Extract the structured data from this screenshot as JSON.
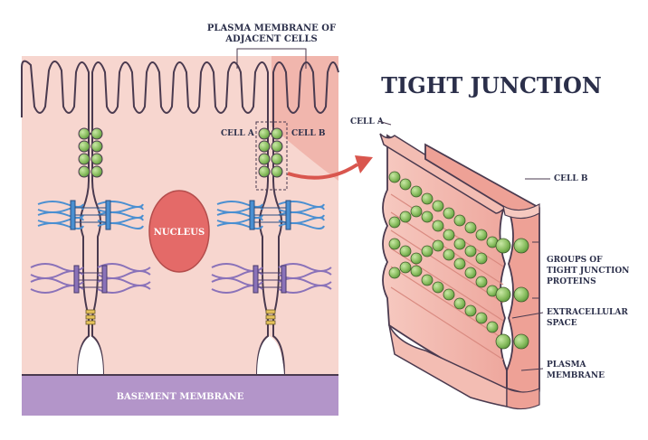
{
  "title": "TIGHT JUNCTION",
  "labels": {
    "plasma_membrane_adjacent_line1": "PLASMA MEMBRANE OF",
    "plasma_membrane_adjacent_line2": "ADJACENT CELLS",
    "cell_a_left": "CELL A",
    "cell_b_left": "CELL B",
    "nucleus": "NUCLEUS",
    "basement_membrane": "BASEMENT MEMBRANE",
    "cell_a_right": "CELL A",
    "cell_b_right": "CELL B",
    "groups_line1": "GROUPS OF",
    "groups_line2": "TIGHT JUNCTION",
    "groups_line3": "PROTEINS",
    "extracellular_line1": "EXTRACELLULAR",
    "extracellular_line2": "SPACE",
    "plasma_membrane_line1": "PLASMA",
    "plasma_membrane_line2": "MEMBRANE"
  },
  "colors": {
    "cell_fill": "#f7d6cf",
    "cell_dark": "#ec9f95",
    "outline": "#4a3a4f",
    "basement": "#b395c9",
    "nucleus": "#e46a68",
    "protein_green": "#95c66a",
    "desmosome_blue": "#4a8fd1",
    "adherens_purple": "#8a72b9",
    "arrow": "#d9564e",
    "text": "#2b2f4a"
  }
}
